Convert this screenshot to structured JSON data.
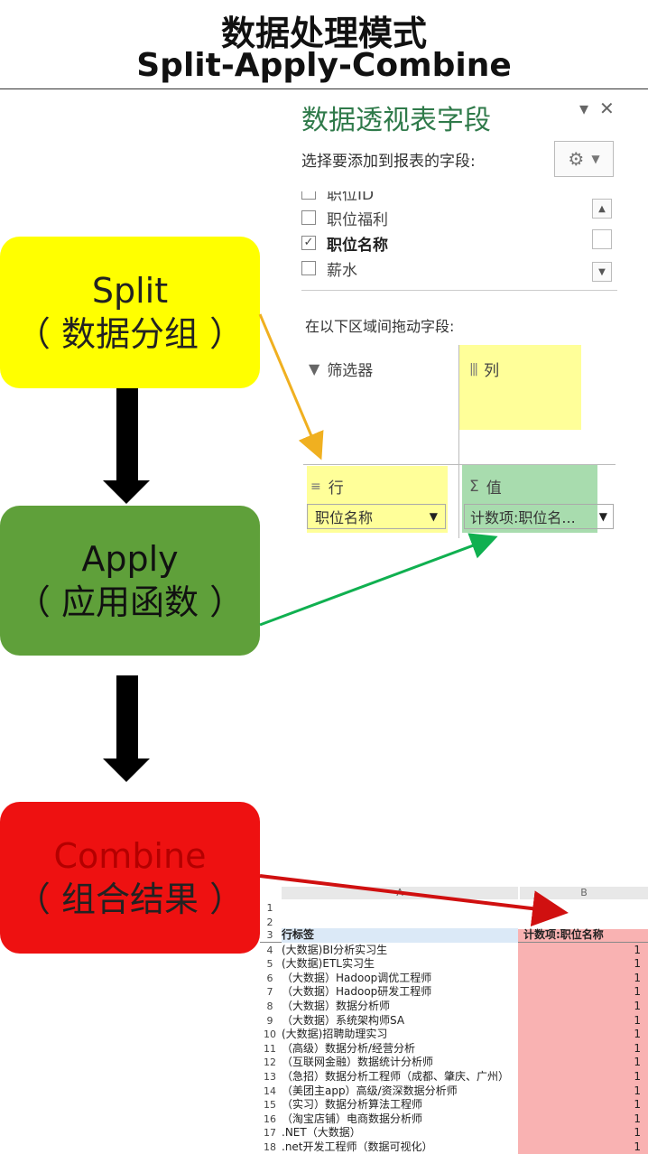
{
  "title": {
    "line1": "数据处理模式",
    "line2": "Split-Apply-Combine"
  },
  "steps": {
    "split": {
      "name": "Split",
      "desc": "（ 数据分组 ）",
      "color": "#ffff00"
    },
    "apply": {
      "name": "Apply",
      "desc": "（ 应用函数 ）",
      "color": "#5fa03a"
    },
    "combine": {
      "name": "Combine",
      "desc": "（ 组合结果 ）",
      "color": "#ee1111"
    }
  },
  "pivot_pane": {
    "title": "数据透视表字段",
    "subtitle": "选择要添加到报表的字段:",
    "fields": [
      {
        "label": "职位ID",
        "checked": false
      },
      {
        "label": "职位福利",
        "checked": false
      },
      {
        "label": "职位名称",
        "checked": true
      },
      {
        "label": "薪水",
        "checked": false
      }
    ],
    "drag_hint": "在以下区域间拖动字段:",
    "zones": {
      "filter": "筛选器",
      "columns": "列",
      "rows": "行",
      "values": "值"
    },
    "row_field": "职位名称",
    "value_field": "计数项:职位名..."
  },
  "sheet": {
    "col_a": "A",
    "col_b": "B",
    "header_a": "行标签",
    "header_b": "计数项:职位名称",
    "rows": [
      {
        "n": "4",
        "a": "(大数据)BI分析实习生",
        "b": "1"
      },
      {
        "n": "5",
        "a": "(大数据)ETL实习生",
        "b": "1"
      },
      {
        "n": "6",
        "a": "（大数据）Hadoop调优工程师",
        "b": "1"
      },
      {
        "n": "7",
        "a": "（大数据）Hadoop研发工程师",
        "b": "1"
      },
      {
        "n": "8",
        "a": "（大数据）数据分析师",
        "b": "1"
      },
      {
        "n": "9",
        "a": "（大数据）系统架构师SA",
        "b": "1"
      },
      {
        "n": "10",
        "a": "(大数据)招聘助理实习",
        "b": "1"
      },
      {
        "n": "11",
        "a": "（高级）数据分析/经营分析",
        "b": "1"
      },
      {
        "n": "12",
        "a": "（互联网金融）数据统计分析师",
        "b": "1"
      },
      {
        "n": "13",
        "a": "（急招）数据分析工程师（成都、肇庆、广州）",
        "b": "1"
      },
      {
        "n": "14",
        "a": "（美团主app）高级/资深数据分析师",
        "b": "1"
      },
      {
        "n": "15",
        "a": "（实习）数据分析算法工程师",
        "b": "1"
      },
      {
        "n": "16",
        "a": "（淘宝店铺）电商数据分析师",
        "b": "1"
      },
      {
        "n": "17",
        "a": ".NET（大数据）",
        "b": "1"
      },
      {
        "n": "18",
        "a": ".net开发工程师（数据可视化）",
        "b": "1"
      }
    ]
  },
  "colors": {
    "highlight_yellow": "#ffff99",
    "highlight_green": "#a8dcae",
    "highlight_pink": "#f9b2b2",
    "arrow_yellow": "#f0b020",
    "arrow_green": "#10b050",
    "arrow_red": "#d01010"
  }
}
